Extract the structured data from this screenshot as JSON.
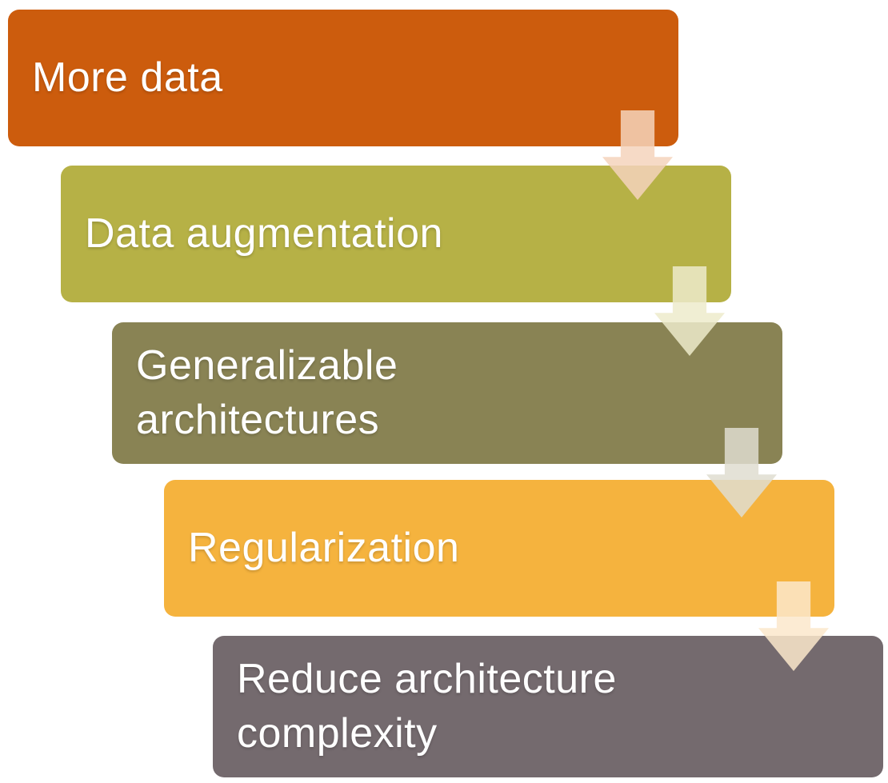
{
  "diagram": {
    "type": "step-down-process",
    "background_color": "#FFFFFF",
    "text_color": "#FFFFFF",
    "steps": [
      {
        "label": "More data",
        "color": "#CC5C0D",
        "arrow_color": "#F4D3BC"
      },
      {
        "label": "Data augmentation",
        "color": "#B6B146",
        "arrow_color": "#EDEBCB"
      },
      {
        "label": "Generalizable architectures",
        "color": "#898354",
        "arrow_color": "#DFDDD0"
      },
      {
        "label": "Regularization",
        "color": "#F5B33E",
        "arrow_color": "#FBE8CB"
      },
      {
        "label": "Reduce architecture complexity",
        "color": "#746A6E",
        "arrow_color": ""
      }
    ]
  }
}
